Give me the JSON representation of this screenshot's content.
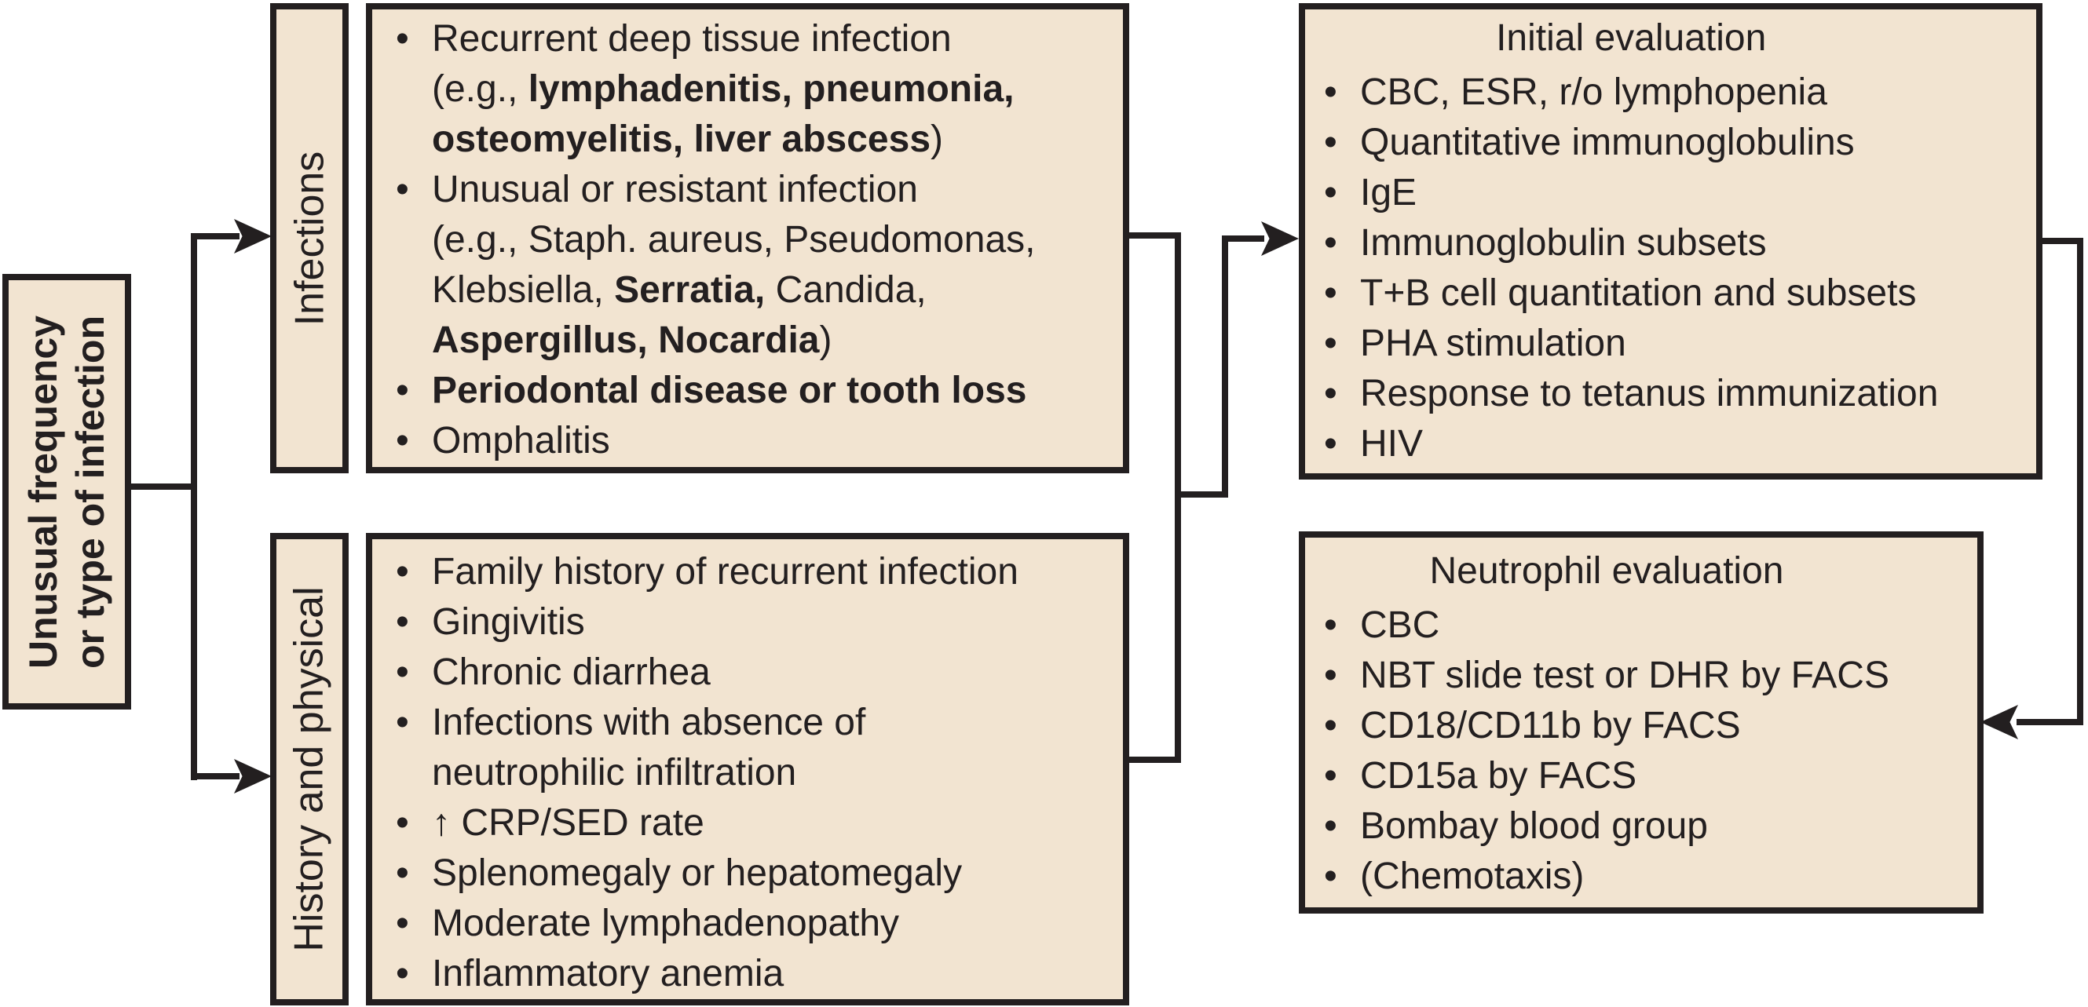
{
  "palette": {
    "box_fill": "#f2e4d1",
    "line_color": "#231f20",
    "text_color": "#231f20",
    "background": "#ffffff"
  },
  "root": {
    "line1": "Unusual frequency",
    "line2": "or type of infection"
  },
  "branches": {
    "infections": {
      "label": "Infections",
      "items": [
        {
          "bullet": "•",
          "pre": "Recurrent deep tissue infection"
        },
        {
          "pre": "(e.g., ",
          "bold": "lymphadenitis, pneumonia,"
        },
        {
          "bold": "osteomyelitis, liver abscess",
          "post": ")"
        },
        {
          "bullet": "•",
          "pre": "Unusual or resistant infection"
        },
        {
          "pre": "(e.g., Staph. aureus, Pseudomonas,"
        },
        {
          "pre": "Klebsiella, ",
          "bold": "Serratia,",
          "post": " Candida,"
        },
        {
          "bold": "Aspergillus, Nocardia",
          "post": ")"
        },
        {
          "bullet": "•",
          "bold": "Periodontal disease or tooth loss"
        },
        {
          "bullet": "•",
          "pre": "Omphalitis"
        }
      ]
    },
    "history": {
      "label": "History and physical",
      "items": [
        {
          "bullet": "•",
          "pre": "Family history of recurrent infection"
        },
        {
          "bullet": "•",
          "pre": "Gingivitis"
        },
        {
          "bullet": "•",
          "pre": "Chronic diarrhea"
        },
        {
          "bullet": "•",
          "pre": "Infections with absence of"
        },
        {
          "pre": "neutrophilic infiltration"
        },
        {
          "bullet": "•",
          "pre": "↑ CRP/SED rate"
        },
        {
          "bullet": "•",
          "pre": "Splenomegaly or hepatomegaly"
        },
        {
          "bullet": "•",
          "pre": "Moderate lymphadenopathy"
        },
        {
          "bullet": "•",
          "pre": "Inflammatory anemia"
        }
      ]
    }
  },
  "evaluations": {
    "initial": {
      "title": "Initial evaluation",
      "items": [
        {
          "bullet": "•",
          "pre": "CBC, ESR, r/o lymphopenia"
        },
        {
          "bullet": "•",
          "pre": "Quantitative immunoglobulins"
        },
        {
          "bullet": "•",
          "pre": "IgE"
        },
        {
          "bullet": "•",
          "pre": "Immunoglobulin subsets"
        },
        {
          "bullet": "•",
          "pre": "T+B cell quantitation and subsets"
        },
        {
          "bullet": "•",
          "pre": "PHA stimulation"
        },
        {
          "bullet": "•",
          "pre": "Response to tetanus immunization"
        },
        {
          "bullet": "•",
          "pre": "HIV"
        }
      ]
    },
    "neutrophil": {
      "title": "Neutrophil evaluation",
      "items": [
        {
          "bullet": "•",
          "pre": "CBC"
        },
        {
          "bullet": "•",
          "pre": "NBT slide test or DHR by FACS"
        },
        {
          "bullet": "•",
          "pre": "CD18/CD11b by FACS"
        },
        {
          "bullet": "•",
          "pre": "CD15a by FACS"
        },
        {
          "bullet": "•",
          "pre": "Bombay blood group"
        },
        {
          "bullet": "•",
          "pre": "(Chemotaxis)"
        }
      ]
    }
  }
}
